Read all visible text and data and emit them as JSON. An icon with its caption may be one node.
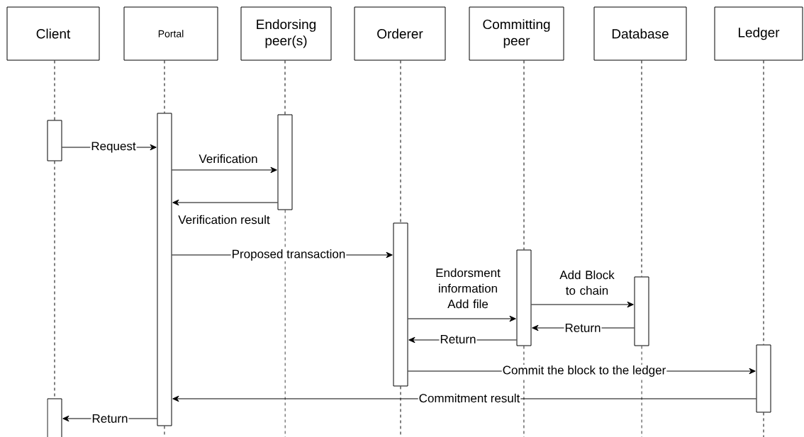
{
  "diagram": {
    "nodes": [
      {
        "text": [
          "Client"
        ]
      },
      {
        "text": [
          "Portal"
        ]
      },
      {
        "text": [
          "Endorsing peer(s)"
        ]
      },
      {
        "text": [
          "Orderer"
        ]
      },
      {
        "text": [
          "Committing peer"
        ]
      },
      {
        "text": [
          "Database"
        ]
      },
      {
        "text": [
          "Ledger"
        ]
      },
      {
        "text": [],
        "shape": "bar"
      },
      {
        "text": [],
        "shape": "bar"
      },
      {
        "text": [],
        "shape": "bar"
      },
      {
        "text": [],
        "shape": "bar"
      },
      {
        "text": [],
        "shape": "bar"
      },
      {
        "text": [],
        "shape": "bar"
      },
      {
        "text": [],
        "shape": "bar"
      },
      {
        "text": [],
        "shape": "bar"
      }
    ],
    "edges": [
      {
        "from": 7,
        "to": 8,
        "arrow": "to",
        "label": "Request"
      },
      {
        "from": 8,
        "to": 9,
        "arrow": "to",
        "label": "Verification"
      },
      {
        "from": 9,
        "to": 8,
        "arrow": "to",
        "label": "Verification result"
      },
      {
        "from": 8,
        "to": 10,
        "arrow": "to",
        "label": "Proposed transaction"
      },
      {
        "from": 10,
        "to": 11,
        "arrow": "to",
        "label": "Endorsment information Add file"
      },
      {
        "from": 11,
        "to": 12,
        "arrow": "to",
        "label": "Add Block to chain"
      },
      {
        "from": 12,
        "to": 11,
        "arrow": "to",
        "label": "Return"
      },
      {
        "from": 11,
        "to": 10,
        "arrow": "to",
        "label": "Return"
      },
      {
        "from": 10,
        "to": 13,
        "arrow": "to",
        "label": "Commit the block to the ledger"
      },
      {
        "from": 13,
        "to": 8,
        "arrow": "to",
        "label": "Commitment result"
      },
      {
        "from": 8,
        "to": 14,
        "arrow": "to",
        "label": "Return"
      },
      {
        "from": 0,
        "to": 7,
        "arrow": "none",
        "style": "dashed"
      },
      {
        "from": 7,
        "to": 14,
        "arrow": "none",
        "style": "dashed"
      },
      {
        "from": 1,
        "to": 8,
        "arrow": "none",
        "style": "dashed"
      },
      {
        "from": 8,
        "to": null,
        "arrow": "none",
        "style": "dashed"
      },
      {
        "from": 2,
        "to": 9,
        "arrow": "none",
        "style": "dashed"
      },
      {
        "from": 9,
        "to": null,
        "arrow": "none",
        "style": "dashed"
      },
      {
        "from": 3,
        "to": 10,
        "arrow": "none",
        "style": "dashed"
      },
      {
        "from": 10,
        "to": null,
        "arrow": "none",
        "style": "dashed"
      },
      {
        "from": 4,
        "to": 11,
        "arrow": "none",
        "style": "dashed"
      },
      {
        "from": 11,
        "to": null,
        "arrow": "none",
        "style": "dashed"
      },
      {
        "from": 5,
        "to": 12,
        "arrow": "none",
        "style": "dashed"
      },
      {
        "from": 12,
        "to": null,
        "arrow": "none",
        "style": "dashed"
      },
      {
        "from": 6,
        "to": 13,
        "arrow": "none",
        "style": "dashed"
      },
      {
        "from": 13,
        "to": null,
        "arrow": "none",
        "style": "dashed"
      }
    ]
  }
}
